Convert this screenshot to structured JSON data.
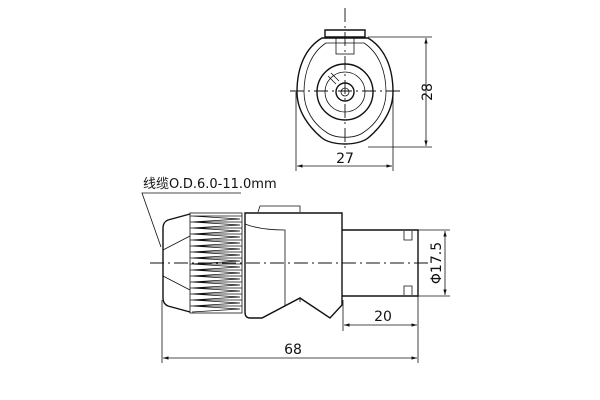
{
  "drawing": {
    "cable_label": "线缆O.D.6.0-11.0mm",
    "dimensions": {
      "front_width": "27",
      "front_height": "28",
      "front_diameter": "Φ17.5",
      "front_length": "20",
      "total_length": "68"
    },
    "units": "mm",
    "line_color": "#111111"
  }
}
